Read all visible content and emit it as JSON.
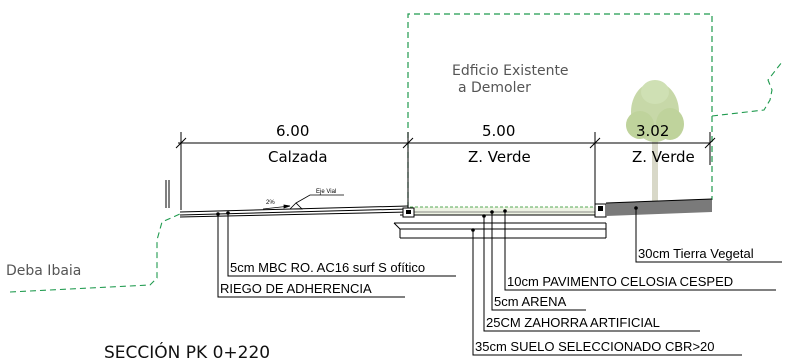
{
  "building": {
    "line1": "Edficio  Existente",
    "line2": "a  Demoler"
  },
  "dimensions": [
    {
      "value": "6.00",
      "label": "Calzada"
    },
    {
      "value": "5.00",
      "label": "Z. Verde"
    },
    {
      "value": "3.02",
      "label": "Z. Verde"
    }
  ],
  "axis": {
    "label": "Eje Vial",
    "slope": "2%"
  },
  "river": {
    "label": "Deba  Ibaia"
  },
  "layers": {
    "mbc": "5cm MBC RO. AC16 surf S ofítico",
    "riego": "RIEGO DE ADHERENCIA",
    "tierra": "30cm Tierra Vegetal",
    "pavimento": "10cm PAVIMENTO CELOSIA CESPED",
    "arena": "5cm ARENA",
    "zahorra": "25CM ZAHORRA ARTIFICIAL",
    "suelo": "35cm SUELO SELECCIONADO CBR>20"
  },
  "section_title": "SECCIÓN PK 0+220",
  "colors": {
    "dashed_green": "#1f9a4e",
    "tree": "#c7d8a8",
    "ground": "#7a7a7a"
  }
}
